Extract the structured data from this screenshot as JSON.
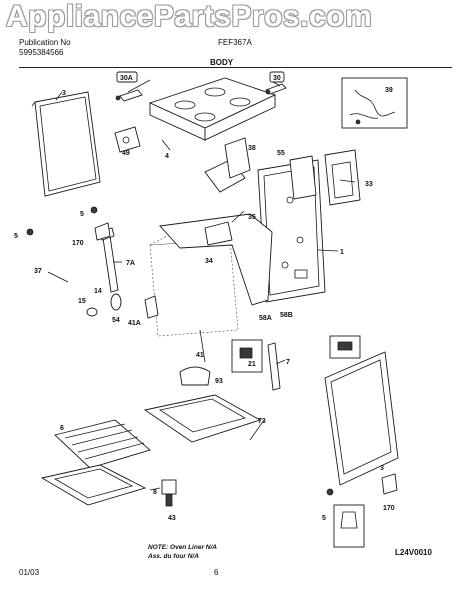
{
  "watermark": "AppliancePartsPros.com",
  "header": {
    "publication_label": "Publication No",
    "publication_number": "5995384566",
    "model": "FEF367A",
    "section_title": "BODY"
  },
  "callouts": {
    "c3": "3",
    "c30A": "30A",
    "c30": "30",
    "c4": "4",
    "c39": "39",
    "c49": "49",
    "c38": "38",
    "c55": "55",
    "c33": "33",
    "c5": "5",
    "c5A": "5",
    "c170a": "170",
    "c35": "35",
    "c1": "1",
    "c7A": "7A",
    "c34": "34",
    "c37": "37",
    "c14": "14",
    "c15": "15",
    "c54": "54",
    "c41A": "41A",
    "c58A": "58A",
    "c58B": "58B",
    "c41": "41",
    "c21": "21",
    "c7": "7",
    "c93": "93",
    "c73": "73",
    "c6": "6",
    "c43": "43",
    "c8": "8",
    "c3b": "3",
    "c5b": "5",
    "c170b": "170"
  },
  "notes": {
    "line1": "NOTE: Oven Liner N/A",
    "line2": "Ass. du four N/A"
  },
  "footer": {
    "date": "01/03",
    "page": "6",
    "drawing_id": "L24V0010"
  }
}
